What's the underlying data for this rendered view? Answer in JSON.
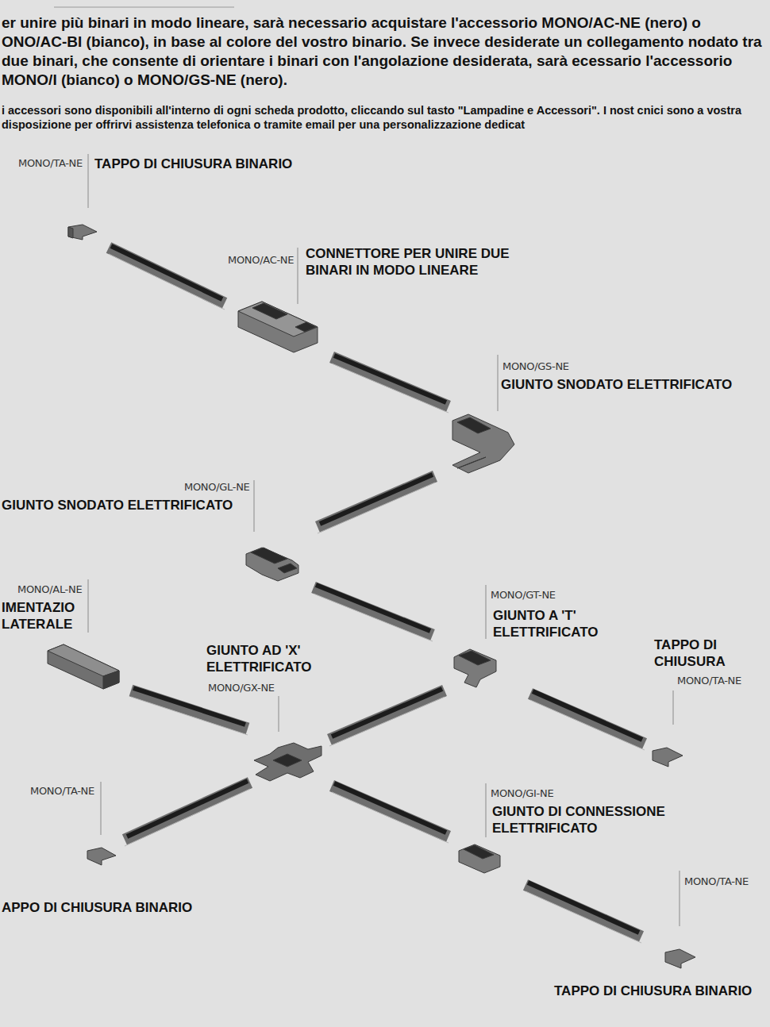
{
  "diagram": {
    "labels": [
      "er unire più binari in modo lineare, sarà necessario acquistare l'accessorio MONO/AC-NE (nero) o ONO/AC-BI (bianco), in base al colore del vostro binario. Se invece desiderate un collegamento nodato tra due binari, che consente di orientare i binari con l'angolazione desiderata, sarà ecessario l'accessorio MONO/I (bianco) o MONO/GS-NE (nero).",
      "i accessori sono disponibili all'interno di ogni scheda prodotto, cliccando sul tasto \"Lampadine e Accessori\". I nost cnici sono a vostra disposizione per offrirvi assistenza telefonica o tramite email per una personalizzazione dedicat",
      "MONO/TA-NE",
      "TAPPO DI CHIUSURA BINARIO",
      "MONO/AC-NE",
      "CONNETTORE PER UNIRE DUE BINARI IN MODO LINEARE",
      "MONO/GS-NE",
      "GIUNTO SNODATO ELETTRIFICATO",
      "MONO/GL-NE",
      "GIUNTO SNODATO ELETTRIFICATO",
      "MONO/AL-NE",
      "IMENTAZIO LATERALE",
      "MONO/GT-NE",
      "GIUNTO A 'T' ELETTRIFICATO",
      "GIUNTO AD 'X' ELETTRIFICATO",
      "MONO/GX-NE",
      "TAPPO DI CHIUSURA",
      "MONO/TA-NE",
      "MONO/TA-NE",
      "APPO DI CHIUSURA BINARIO",
      "MONO/GI-NE",
      "GIUNTO DI CONNESSIONE ELETTRIFICATO",
      "MONO/TA-NE",
      "TAPPO DI CHIUSURA BINARIO"
    ]
  }
}
